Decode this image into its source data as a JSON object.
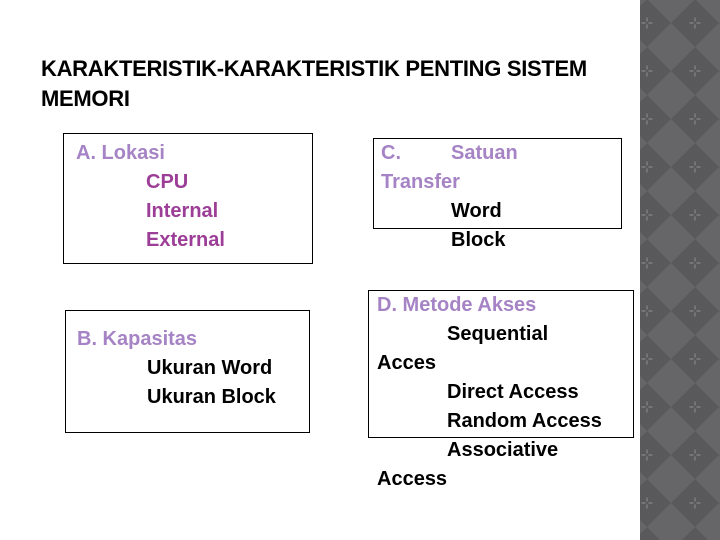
{
  "slide_title": {
    "line1": "KARAKTERISTIK-KARAKTERISTIK PENTING SISTEM",
    "line2": "MEMORI"
  },
  "boxes": {
    "lokasi": {
      "heading": "A. Lokasi",
      "items": [
        "CPU",
        "Internal",
        "External"
      ]
    },
    "kapasitas": {
      "heading": "B. Kapasitas",
      "items": [
        "Ukuran Word",
        "Ukuran Block"
      ]
    },
    "satuan_transfer": {
      "heading_prefix": "C.",
      "heading_word": "Satuan",
      "heading_wrap": "Transfer",
      "items": [
        "Word",
        "Block"
      ]
    },
    "metode_akses": {
      "heading": "D. Metode Akses",
      "lines": [
        "Sequential",
        "Acces",
        "Direct Access",
        "Random Access",
        "Associative",
        "Access"
      ]
    }
  },
  "colors": {
    "heading_purple": "#a583c5",
    "accent_magenta": "#9c3d97",
    "text_black": "#000000",
    "sidebar_dark": "#59595b",
    "sidebar_light": "#666668",
    "sidebar_plus": "#818183",
    "slide_bg": "#ffffff"
  }
}
